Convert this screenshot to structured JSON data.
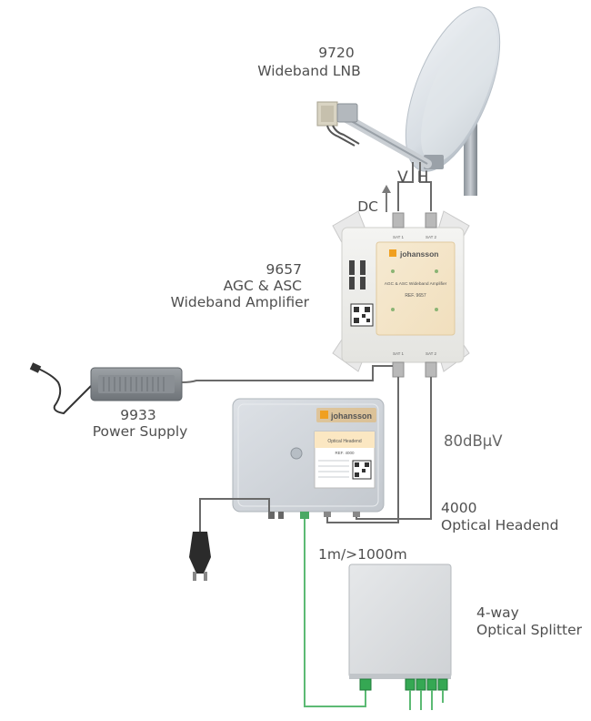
{
  "lnb": {
    "model": "9720",
    "name": "Wideband LNB"
  },
  "amplifier": {
    "model": "9657",
    "name_line1": "AGC & ASC",
    "name_line2": "Wideband Amplifier",
    "brand": "johansson",
    "panel_title": "AGC & ASC Wideband Amplifier",
    "ref": "REF. 9657",
    "port_in_1": "SAT 1",
    "port_in_2": "SAT 2",
    "port_out_1": "SAT 1",
    "port_out_2": "SAT 2"
  },
  "polarity": {
    "v": "V",
    "h": "H"
  },
  "dc_label": "DC",
  "power_supply": {
    "model": "9933",
    "name": "Power Supply"
  },
  "headend": {
    "model": "4000",
    "name": "Optical Headend",
    "brand": "johansson",
    "sticker_title": "Optical Headend",
    "ref": "REF. 4000"
  },
  "level_label": "80dBµV",
  "fiber_length": "1m/>1000m",
  "splitter": {
    "name_line1": "4-way",
    "name_line2": "Optical Splitter"
  },
  "colors": {
    "fiber": "#5cba74",
    "cable": "#6a6a6a",
    "brand_orange": "#f0a020"
  }
}
